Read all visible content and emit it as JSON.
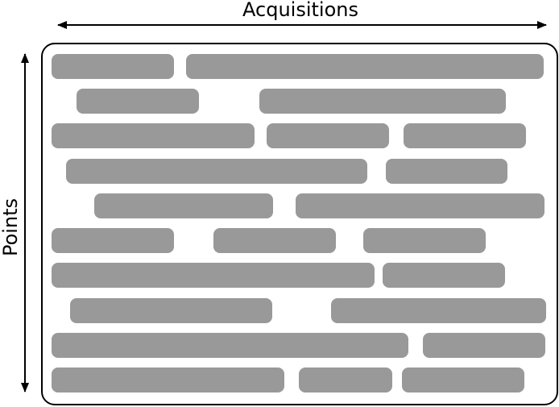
{
  "labels": {
    "horizontal_axis": "Acquisitions",
    "vertical_axis": "Points"
  },
  "colors": {
    "segment_fill": "#999999",
    "frame_stroke": "#000000",
    "background": "#ffffff"
  },
  "rows": [
    {
      "segments": 2
    },
    {
      "segments": 2
    },
    {
      "segments": 3
    },
    {
      "segments": 2
    },
    {
      "segments": 2
    },
    {
      "segments": 3
    },
    {
      "segments": 2
    },
    {
      "segments": 2
    },
    {
      "segments": 2
    },
    {
      "segments": 3
    }
  ]
}
